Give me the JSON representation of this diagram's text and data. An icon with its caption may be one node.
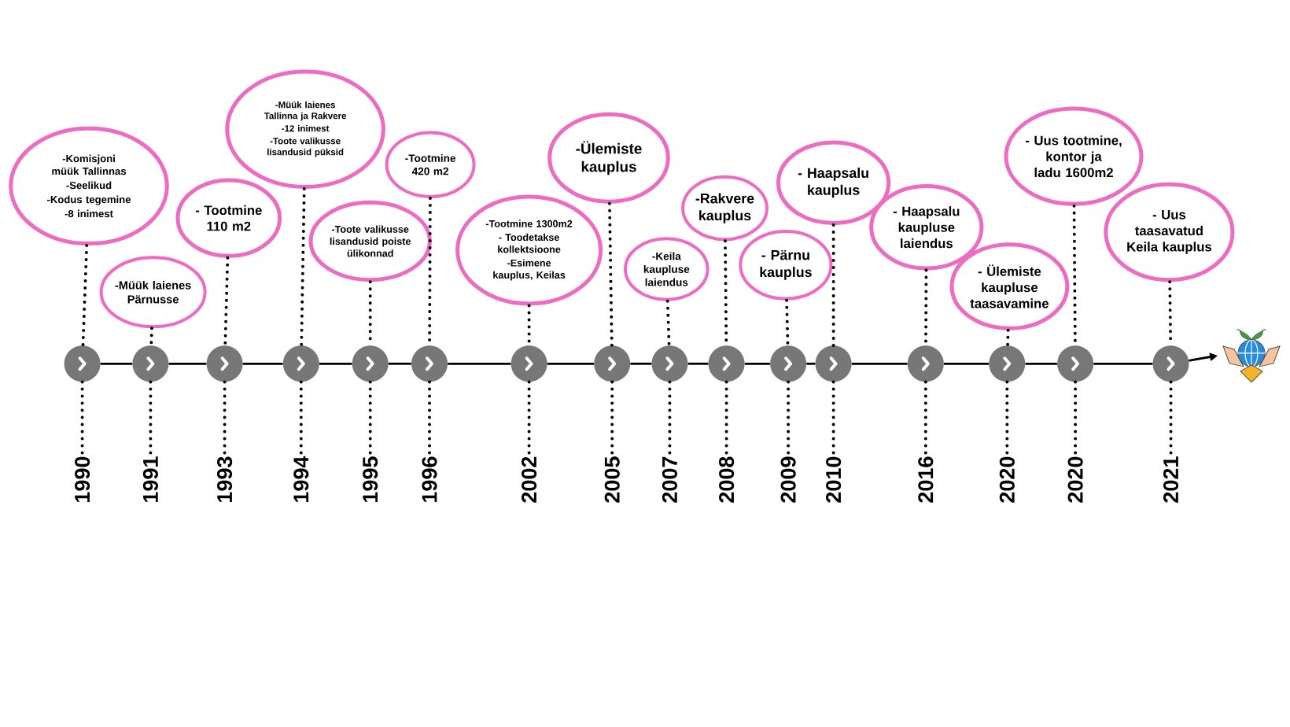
{
  "diagram": {
    "nodes": [
      {
        "text": [
          "-Komisjoni müük Tallinnas",
          "-Seelikud",
          "-Kodus tegemine",
          "-8 inimest"
        ]
      },
      {
        "text": [
          "-Müük laienes Pärnusse"
        ]
      },
      {
        "text": [
          "- Tootmine 110 m2"
        ]
      },
      {
        "text": [
          "-Müük  laienes Tallinna ja Rakvere",
          "-12 inimest",
          "-Toote valikusse lisandusid püksid"
        ]
      },
      {
        "text": [
          "-Toote valikusse lisandusid poiste ülikonnad"
        ]
      },
      {
        "text": [
          "-Tootmine 420 m2"
        ]
      },
      {
        "text": [
          "-Tootmine 1300m2",
          "- Toodetakse kollektsioone",
          "-Esimene kauplus, Keilas"
        ]
      },
      {
        "text": [
          "-Ülemiste kauplus"
        ]
      },
      {
        "text": [
          "-Keila kaupluse laiendus"
        ]
      },
      {
        "text": [
          "-Rakvere kauplus"
        ]
      },
      {
        "text": [
          "- Pärnu kauplus"
        ]
      },
      {
        "text": [
          "- Haapsalu kauplus"
        ]
      },
      {
        "text": [
          "- Haapsalu kaupluse laiendus"
        ]
      },
      {
        "text": [
          "- Ülemiste kaupluse taasavamine"
        ]
      },
      {
        "text": [
          "- Uus tootmine, kontor ja ladu 1600m2"
        ]
      },
      {
        "text": [
          "- Uus taasavatud Keila kauplus"
        ]
      },
      {
        "text": [],
        "shape": "circle"
      },
      {
        "text": [],
        "shape": "circle"
      },
      {
        "text": [],
        "shape": "circle"
      },
      {
        "text": [],
        "shape": "circle"
      },
      {
        "text": [],
        "shape": "circle"
      },
      {
        "text": [],
        "shape": "circle"
      },
      {
        "text": [],
        "shape": "circle"
      },
      {
        "text": [],
        "shape": "circle"
      },
      {
        "text": [],
        "shape": "circle"
      },
      {
        "text": [],
        "shape": "circle"
      },
      {
        "text": [],
        "shape": "circle"
      },
      {
        "text": [],
        "shape": "circle"
      },
      {
        "text": [],
        "shape": "circle"
      },
      {
        "text": [],
        "shape": "circle"
      },
      {
        "text": [],
        "shape": "circle"
      },
      {
        "text": [],
        "shape": "circle"
      },
      {
        "text": [],
        "shape": "picture"
      },
      {
        "text": [
          "1990"
        ]
      },
      {
        "text": [
          "1991"
        ]
      },
      {
        "text": [
          "1993"
        ]
      },
      {
        "text": [
          "1994"
        ]
      },
      {
        "text": [
          "1995"
        ]
      },
      {
        "text": [
          "1996"
        ]
      },
      {
        "text": [
          "2002"
        ]
      },
      {
        "text": [
          "2005"
        ]
      },
      {
        "text": [
          "2007"
        ]
      },
      {
        "text": [
          "2008"
        ]
      },
      {
        "text": [
          "2009"
        ]
      },
      {
        "text": [
          "2010"
        ]
      },
      {
        "text": [
          "2016"
        ]
      },
      {
        "text": [
          "2020"
        ]
      },
      {
        "text": [
          "2020"
        ]
      },
      {
        "text": [
          "2021"
        ]
      }
    ],
    "edges": [
      {
        "from": 0,
        "to": 16,
        "arrow": "none",
        "style": "dashed"
      },
      {
        "from": 1,
        "to": 17,
        "arrow": "none",
        "style": "dashed"
      },
      {
        "from": 2,
        "to": 18,
        "arrow": "none",
        "style": "dashed"
      },
      {
        "from": 3,
        "to": 19,
        "arrow": "none",
        "style": "dashed"
      },
      {
        "from": 4,
        "to": 20,
        "arrow": "none",
        "style": "dashed"
      },
      {
        "from": 5,
        "to": 21,
        "arrow": "none",
        "style": "dashed"
      },
      {
        "from": 6,
        "to": 22,
        "arrow": "none",
        "style": "dashed"
      },
      {
        "from": 7,
        "to": 23,
        "arrow": "none",
        "style": "dashed"
      },
      {
        "from": 8,
        "to": 24,
        "arrow": "none",
        "style": "dashed"
      },
      {
        "from": 9,
        "to": 25,
        "arrow": "none",
        "style": "dashed"
      },
      {
        "from": 10,
        "to": 26,
        "arrow": "none",
        "style": "dashed"
      },
      {
        "from": 11,
        "to": 27,
        "arrow": "none",
        "style": "dashed"
      },
      {
        "from": 12,
        "to": 28,
        "arrow": "none",
        "style": "dashed"
      },
      {
        "from": 13,
        "to": 29,
        "arrow": "none",
        "style": "dashed"
      },
      {
        "from": 14,
        "to": 30,
        "arrow": "none",
        "style": "dashed"
      },
      {
        "from": 15,
        "to": 31,
        "arrow": "none",
        "style": "dashed"
      },
      {
        "from": 16,
        "to": 17,
        "arrow": "none"
      },
      {
        "from": 17,
        "to": 18,
        "arrow": "none"
      },
      {
        "from": 18,
        "to": 19,
        "arrow": "none"
      },
      {
        "from": 19,
        "to": 20,
        "arrow": "none"
      },
      {
        "from": 20,
        "to": 21,
        "arrow": "none"
      },
      {
        "from": 21,
        "to": 22,
        "arrow": "none"
      },
      {
        "from": 22,
        "to": 23,
        "arrow": "none"
      },
      {
        "from": 23,
        "to": 24,
        "arrow": "none"
      },
      {
        "from": 24,
        "to": 25,
        "arrow": "none"
      },
      {
        "from": 25,
        "to": 26,
        "arrow": "none"
      },
      {
        "from": 26,
        "to": 27,
        "arrow": "none"
      },
      {
        "from": 27,
        "to": 28,
        "arrow": "none"
      },
      {
        "from": 28,
        "to": 29,
        "arrow": "none"
      },
      {
        "from": 29,
        "to": 30,
        "arrow": "none"
      },
      {
        "from": 30,
        "to": 31,
        "arrow": "none"
      },
      {
        "from": 31,
        "to": 32,
        "arrow": "to"
      },
      {
        "from": 16,
        "to": 33,
        "arrow": "none",
        "style": "dashed"
      },
      {
        "from": 17,
        "to": 34,
        "arrow": "none",
        "style": "dashed"
      },
      {
        "from": 18,
        "to": 35,
        "arrow": "none",
        "style": "dashed"
      },
      {
        "from": 19,
        "to": 36,
        "arrow": "none",
        "style": "dashed"
      },
      {
        "from": 20,
        "to": 37,
        "arrow": "none",
        "style": "dashed"
      },
      {
        "from": 21,
        "to": 38,
        "arrow": "none",
        "style": "dashed"
      },
      {
        "from": 22,
        "to": 39,
        "arrow": "none",
        "style": "dashed"
      },
      {
        "from": 23,
        "to": 40,
        "arrow": "none",
        "style": "dashed"
      },
      {
        "from": 24,
        "to": 41,
        "arrow": "none",
        "style": "dashed"
      },
      {
        "from": 25,
        "to": 42,
        "arrow": "none",
        "style": "dashed"
      },
      {
        "from": 26,
        "to": 43,
        "arrow": "none",
        "style": "dashed"
      },
      {
        "from": 27,
        "to": 44,
        "arrow": "none",
        "style": "dashed"
      },
      {
        "from": 28,
        "to": 45,
        "arrow": "none",
        "style": "dashed"
      },
      {
        "from": 29,
        "to": 46,
        "arrow": "none",
        "style": "dashed"
      },
      {
        "from": 30,
        "to": 47,
        "arrow": "none",
        "style": "dashed"
      },
      {
        "from": 31,
        "to": 48,
        "arrow": "none",
        "style": "dashed"
      }
    ]
  }
}
